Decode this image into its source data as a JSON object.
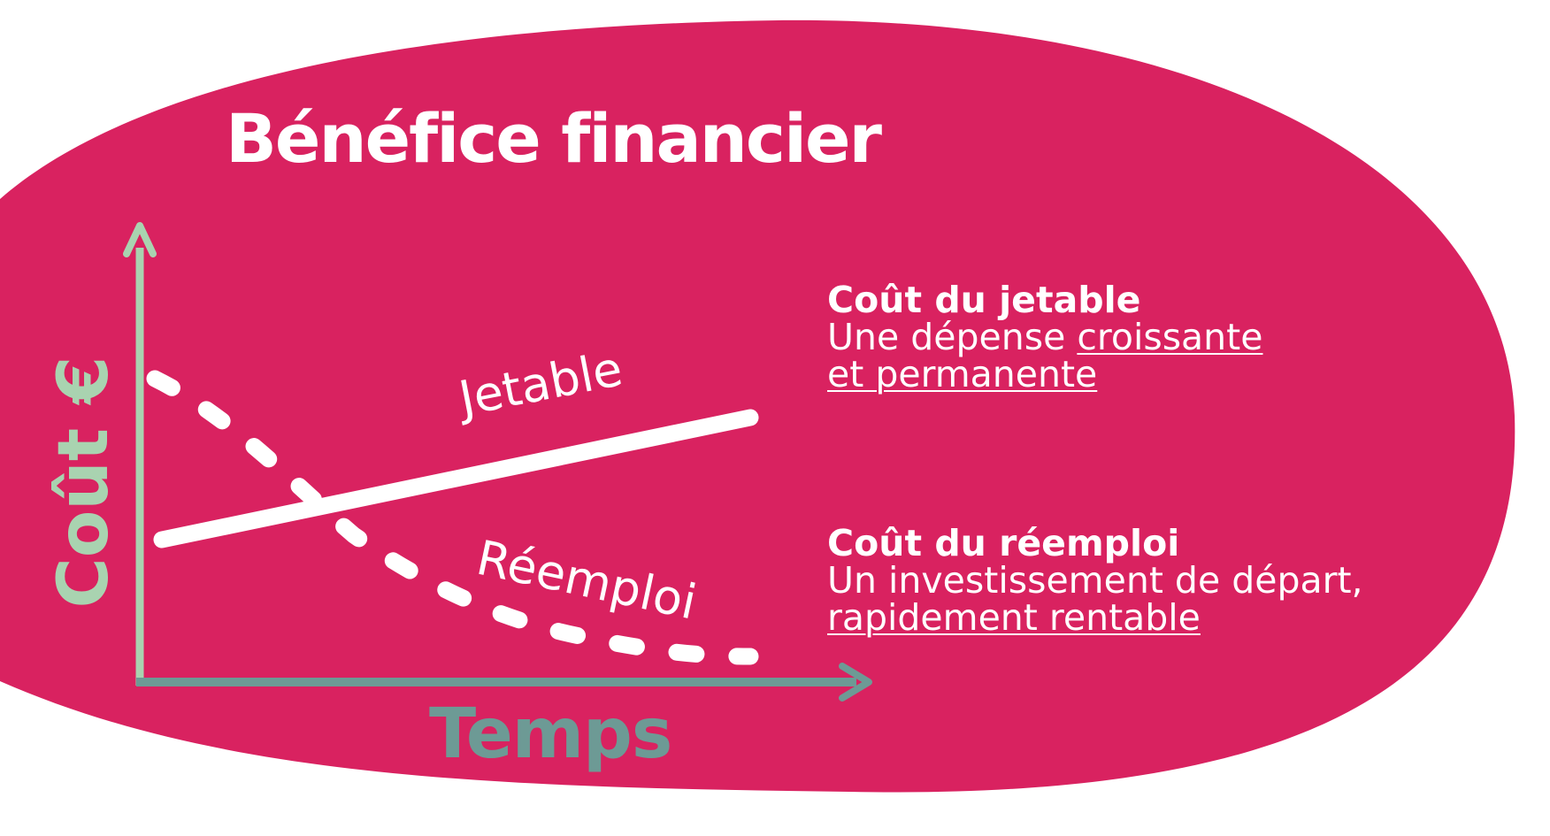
{
  "title": "Bénéfice financier",
  "axes": {
    "y_label": "Coût €",
    "x_label": "Temps"
  },
  "curves": {
    "jetable": {
      "label": "Jetable",
      "trend": "increasing",
      "style": "solid"
    },
    "reemploi": {
      "label": "Réemploi",
      "trend": "decreasing",
      "style": "dashed"
    }
  },
  "legend": {
    "jetable": {
      "title": "Coût du jetable",
      "line1_plain": "Une dépense ",
      "line1_underlined": "croissante",
      "line2_underlined": "et permanente"
    },
    "reemploi": {
      "title": "Coût du réemploi",
      "line1_plain": "Un investissement de départ,",
      "line2_underlined": "rapidement rentable"
    }
  },
  "colors": {
    "background": "#d92260",
    "text": "#ffffff",
    "y_axis": "#a9d3b0",
    "x_axis": "#6d9a95"
  }
}
